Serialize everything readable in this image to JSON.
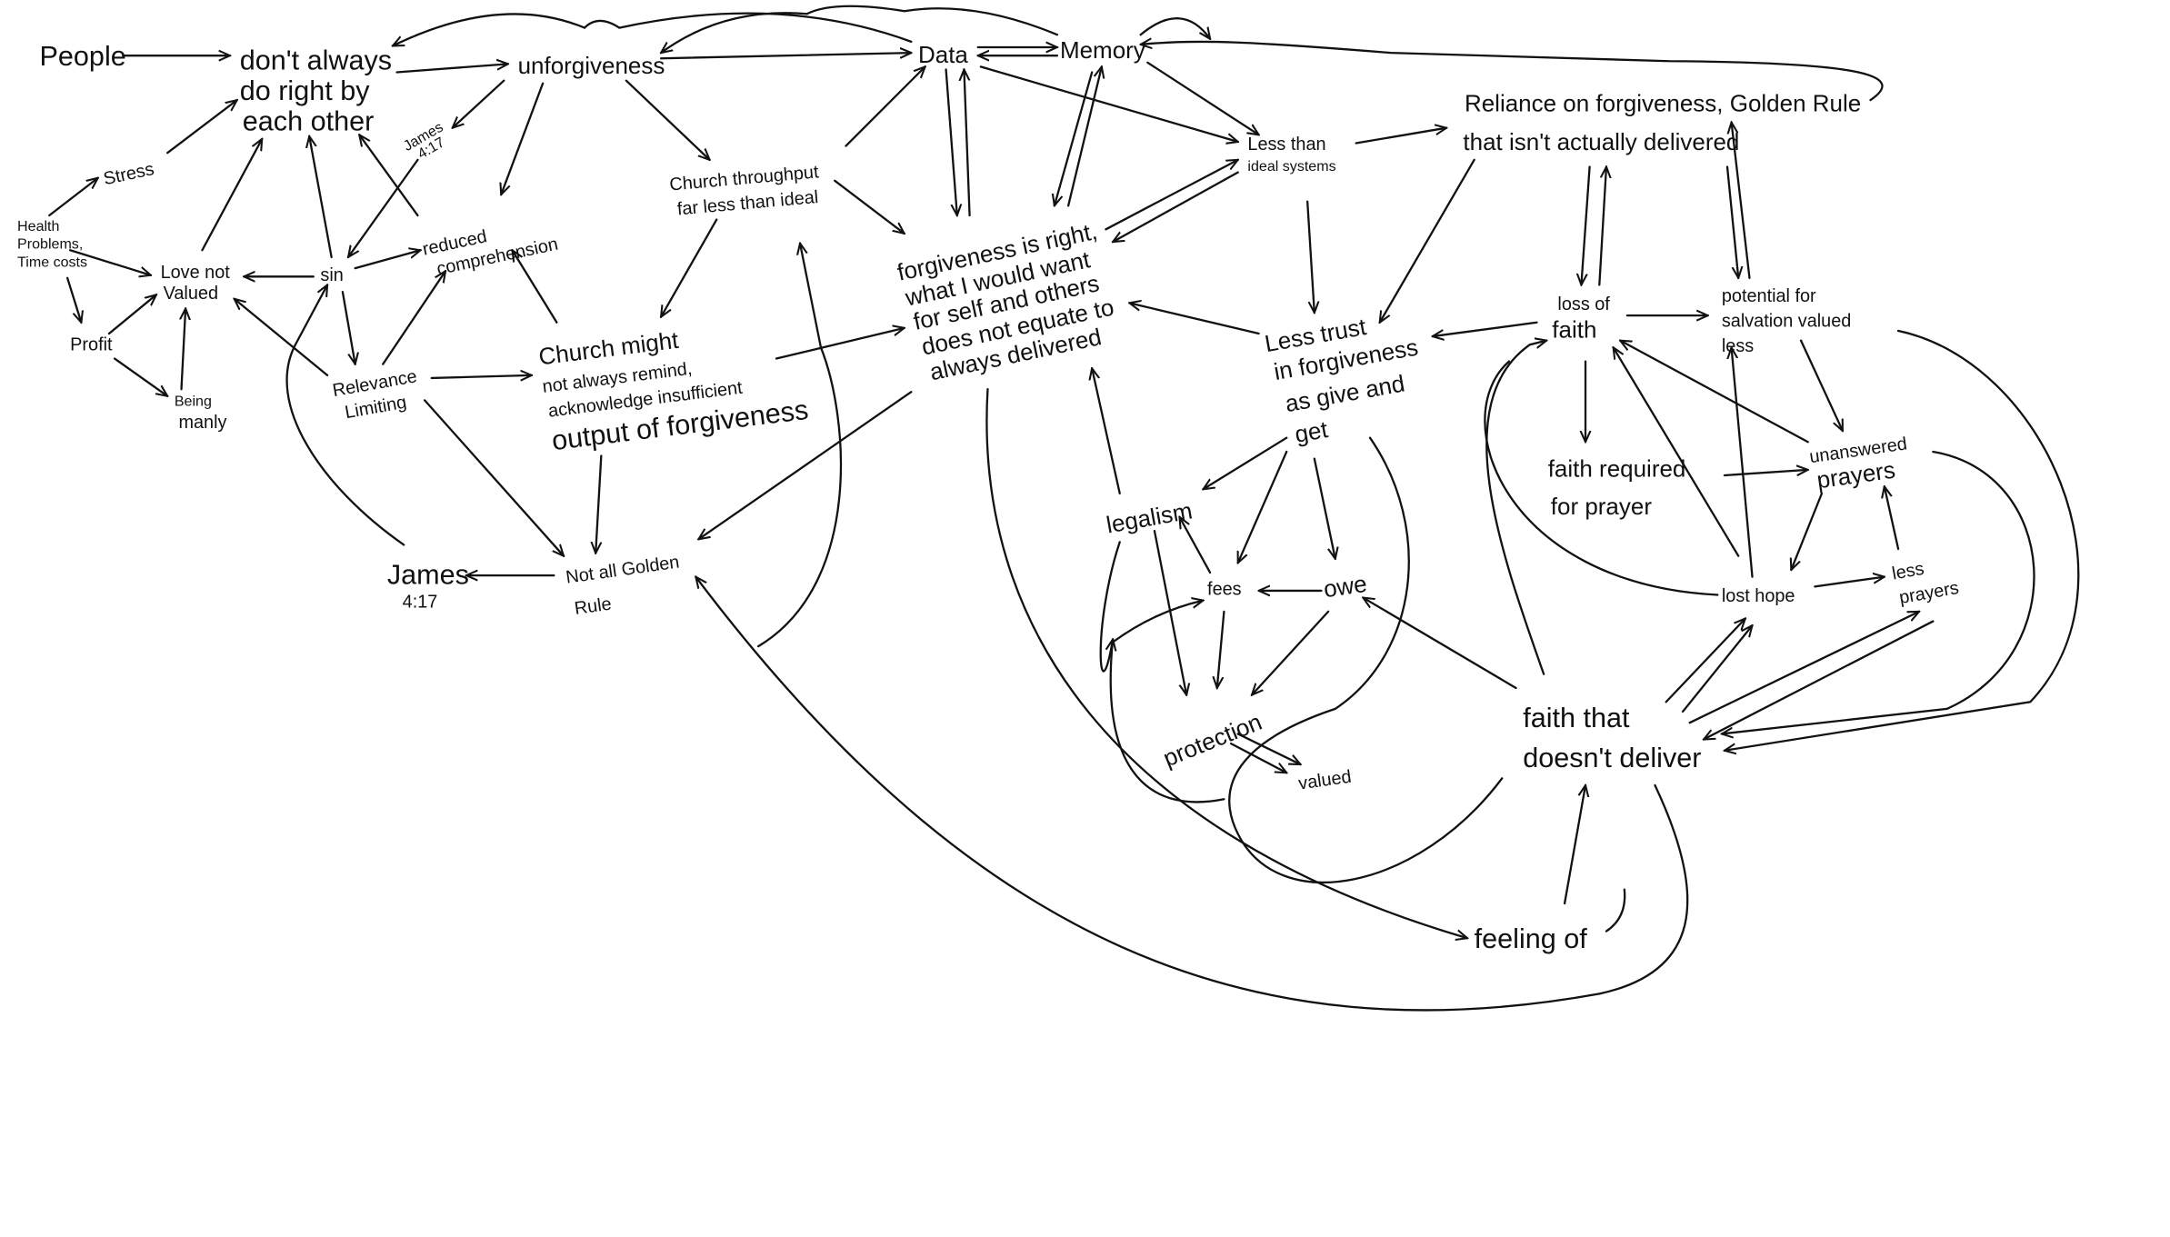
{
  "nodes": {
    "people": [
      "People"
    ],
    "dont_always": [
      "don't always",
      "do right by",
      "each other"
    ],
    "unforgiveness": [
      "unforgiveness"
    ],
    "data": [
      "Data"
    ],
    "memory": [
      "Memory"
    ],
    "stress": [
      "Stress"
    ],
    "health": [
      "Health",
      "Problems,",
      "Time costs"
    ],
    "james_small": [
      "James",
      "4:17"
    ],
    "love_not_valued": [
      "Love not",
      "Valued"
    ],
    "sin": [
      "sin"
    ],
    "reduced_comprehension": [
      "reduced",
      "comprehension"
    ],
    "church_throughput": [
      "Church throughput",
      "far less than ideal"
    ],
    "forgiveness_right": [
      "forgiveness is right,",
      "what I would want",
      "for self and others",
      "does not equate to",
      "always delivered"
    ],
    "less_than_ideal": [
      "Less than",
      "ideal systems"
    ],
    "reliance": [
      "Reliance on forgiveness, Golden Rule",
      "that isn't actually delivered"
    ],
    "profit": [
      "Profit"
    ],
    "being_manly": [
      "Being",
      "manly"
    ],
    "relevance_limiting": [
      "Relevance",
      "Limiting"
    ],
    "church_might": [
      "Church might",
      "not always remind,",
      "acknowledge insufficient",
      "output of forgiveness"
    ],
    "less_trust": [
      "Less trust",
      "in forgiveness",
      "as give and",
      "get"
    ],
    "loss_of_faith": [
      "loss of",
      "faith"
    ],
    "potential_salvation": [
      "potential for",
      "salvation valued",
      "less"
    ],
    "faith_required": [
      "faith required",
      "for prayer"
    ],
    "unanswered_prayers": [
      "unanswered",
      "prayers"
    ],
    "legalism": [
      "legalism"
    ],
    "fees": [
      "fees"
    ],
    "owe": [
      "owe"
    ],
    "james_large": [
      "James",
      "4:17"
    ],
    "not_all_golden": [
      "Not all Golden",
      "Rule"
    ],
    "lost_hope": [
      "lost hope"
    ],
    "less_prayers": [
      "less",
      "prayers"
    ],
    "faith_doesnt_deliver": [
      "faith that",
      "doesn't deliver"
    ],
    "protection": [
      "protection"
    ],
    "valued": [
      "valued"
    ],
    "feeling_of": [
      "feeling of"
    ]
  }
}
